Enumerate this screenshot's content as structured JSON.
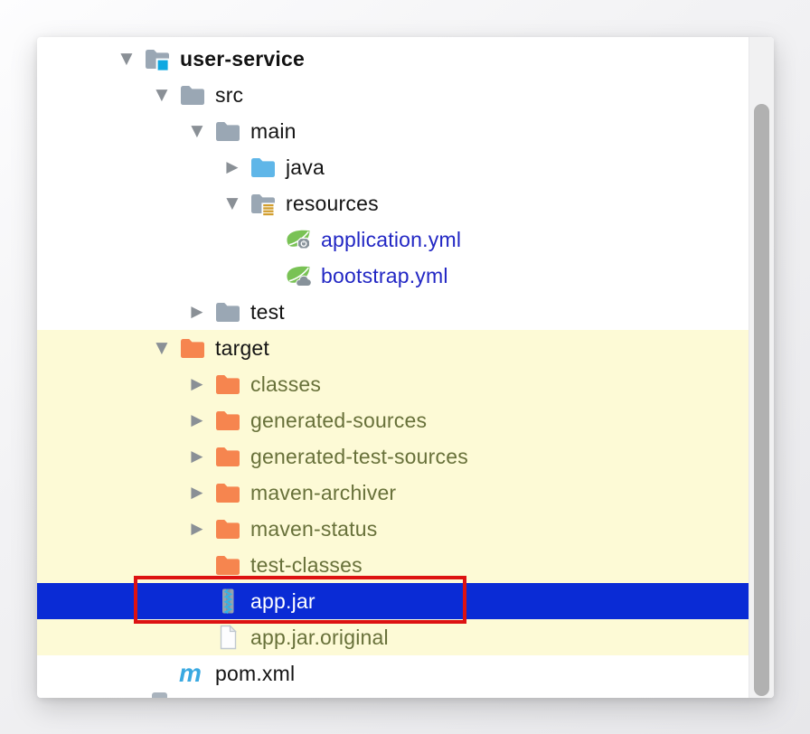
{
  "app": "ide-project-tree",
  "colors": {
    "selection_blue": "#0a2bd5",
    "highlight_yellow": "#fdfad6",
    "annotation_red": "#dd1212",
    "excluded_text_olive": "#68713a",
    "yaml_text_blue": "#2227c4",
    "folder_gray": "#9aa7b4",
    "folder_orange": "#f6854f",
    "source_folder_blue": "#5fb6e8",
    "spring_green": "#79c255",
    "maven_blue": "#3aa9e1",
    "jar_zipper_cyan": "#30b5e8"
  },
  "tree": {
    "items": [
      {
        "label": "user-service",
        "level": 0,
        "arrow": "expanded",
        "icon": "folder-project",
        "style": "project",
        "highlight": false,
        "selected": false
      },
      {
        "label": "src",
        "level": 1,
        "arrow": "expanded",
        "icon": "folder-gray",
        "style": "normal",
        "highlight": false,
        "selected": false
      },
      {
        "label": "main",
        "level": 2,
        "arrow": "expanded",
        "icon": "folder-gray",
        "style": "normal",
        "highlight": false,
        "selected": false
      },
      {
        "label": "java",
        "level": 3,
        "arrow": "collapsed",
        "icon": "folder-blue",
        "style": "normal",
        "highlight": false,
        "selected": false
      },
      {
        "label": "resources",
        "level": 3,
        "arrow": "expanded",
        "icon": "folder-resources",
        "style": "normal",
        "highlight": false,
        "selected": false
      },
      {
        "label": "application.yml",
        "level": 4,
        "arrow": "none",
        "icon": "spring-config",
        "style": "yaml",
        "highlight": false,
        "selected": false
      },
      {
        "label": "bootstrap.yml",
        "level": 4,
        "arrow": "none",
        "icon": "spring-cloud",
        "style": "yaml",
        "highlight": false,
        "selected": false
      },
      {
        "label": "test",
        "level": 2,
        "arrow": "collapsed",
        "icon": "folder-gray",
        "style": "normal",
        "highlight": false,
        "selected": false
      },
      {
        "label": "target",
        "level": 1,
        "arrow": "expanded",
        "icon": "folder-orange",
        "style": "normal",
        "highlight": true,
        "selected": false
      },
      {
        "label": "classes",
        "level": 2,
        "arrow": "collapsed",
        "icon": "folder-orange",
        "style": "excluded",
        "highlight": true,
        "selected": false
      },
      {
        "label": "generated-sources",
        "level": 2,
        "arrow": "collapsed",
        "icon": "folder-orange",
        "style": "excluded",
        "highlight": true,
        "selected": false
      },
      {
        "label": "generated-test-sources",
        "level": 2,
        "arrow": "collapsed",
        "icon": "folder-orange",
        "style": "excluded",
        "highlight": true,
        "selected": false
      },
      {
        "label": "maven-archiver",
        "level": 2,
        "arrow": "collapsed",
        "icon": "folder-orange",
        "style": "excluded",
        "highlight": true,
        "selected": false
      },
      {
        "label": "maven-status",
        "level": 2,
        "arrow": "collapsed",
        "icon": "folder-orange",
        "style": "excluded",
        "highlight": true,
        "selected": false
      },
      {
        "label": "test-classes",
        "level": 2,
        "arrow": "none",
        "icon": "folder-orange",
        "style": "excluded",
        "highlight": true,
        "selected": false
      },
      {
        "label": "app.jar",
        "level": 2,
        "arrow": "none",
        "icon": "jar-archive",
        "style": "selected",
        "highlight": true,
        "selected": true
      },
      {
        "label": "app.jar.original",
        "level": 2,
        "arrow": "none",
        "icon": "file-generic",
        "style": "excluded",
        "highlight": true,
        "selected": false
      },
      {
        "label": "pom.xml",
        "level": 1,
        "arrow": "none",
        "icon": "maven-m",
        "style": "normal",
        "highlight": false,
        "selected": false
      }
    ]
  },
  "annotation": {
    "shape": "rectangle",
    "color": "#dd1212",
    "around": "app.jar"
  },
  "scrollbar": {
    "orientation": "vertical",
    "thumb_visible": true
  }
}
